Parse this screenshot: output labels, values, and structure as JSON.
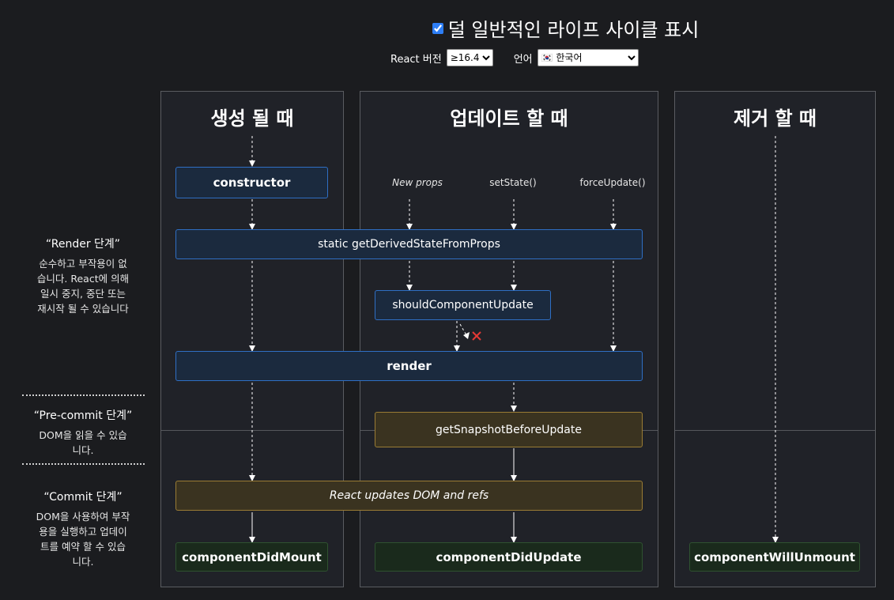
{
  "header": {
    "checkbox_label": "덜 일반적인 라이프 사이클 표시",
    "checkbox_checked": true,
    "version_label": "React 버전",
    "version_value": "≥16.4",
    "language_label": "언어",
    "language_value": "🇰🇷 한국어"
  },
  "columns": {
    "mount": "생성 될 때",
    "update": "업데이트 할 때",
    "unmount": "제거 할 때"
  },
  "triggers": {
    "new_props": "New props",
    "set_state": "setState()",
    "force_update": "forceUpdate()"
  },
  "methods": {
    "constructor": "constructor",
    "get_derived_state": "static getDerivedStateFromProps",
    "should_update": "shouldComponentUpdate",
    "render": "render",
    "get_snapshot": "getSnapshotBeforeUpdate",
    "react_updates": "React updates DOM and refs",
    "did_mount": "componentDidMount",
    "did_update": "componentDidUpdate",
    "will_unmount": "componentWillUnmount"
  },
  "phases": {
    "render": {
      "title": "“Render 단계”",
      "lines": [
        "순수하고 부작용이 없",
        "습니다. React에 의해",
        "일시 중지, 중단 또는",
        "재시작 될 수 있습니다"
      ]
    },
    "precommit": {
      "title": "“Pre-commit 단계”",
      "lines": [
        "DOM을 읽을 수 있습",
        "니다."
      ]
    },
    "commit": {
      "title": "“Commit 단계”",
      "lines": [
        "DOM을 사용하여 부작",
        "용을 실행하고 업데이",
        "트를 예약 할 수 있습",
        "니다."
      ]
    }
  },
  "colors": {
    "background": "#1b1c1f",
    "render_box": "#1b2a3e",
    "render_border": "#2f6fc4",
    "commit_box": "#3a3320",
    "commit_border": "#9a7c34",
    "mount_box": "#1a2a1c",
    "cancel_mark": "#e53935"
  },
  "icons": {
    "cancel": "cross-icon"
  }
}
